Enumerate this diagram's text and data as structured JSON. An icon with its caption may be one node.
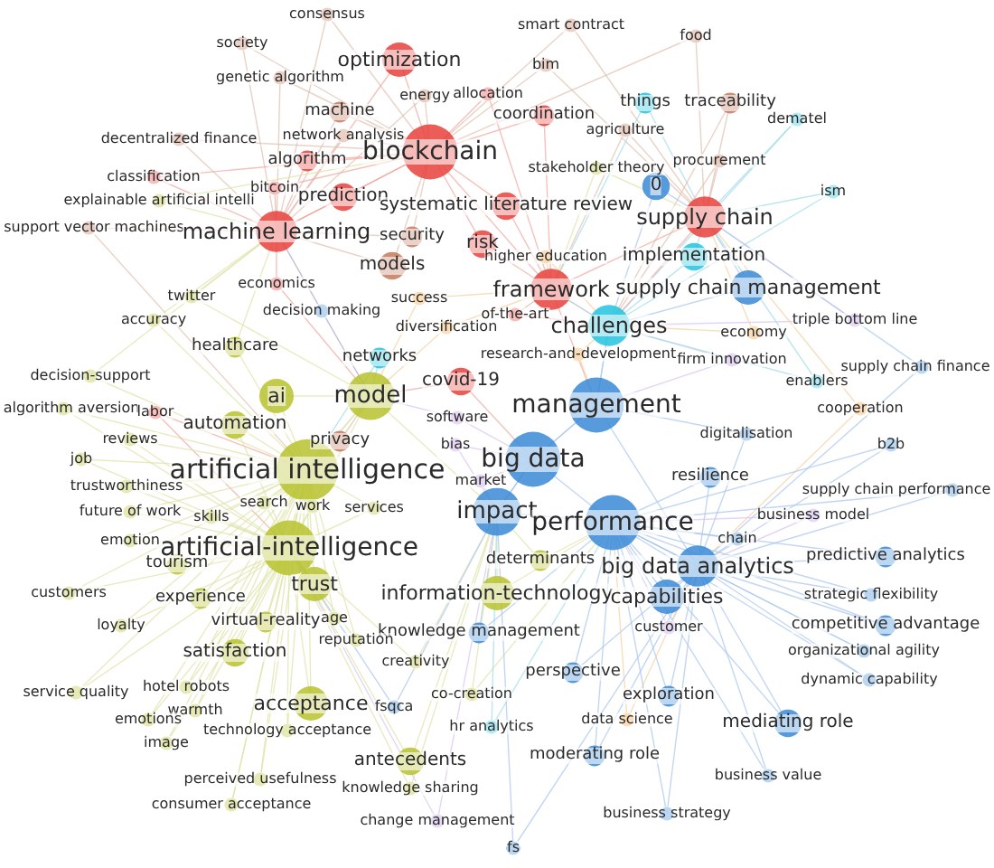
{
  "diagram": {
    "labels": [
      "consensus",
      "society",
      "smart contract",
      "food",
      "optimization",
      "genetic algorithm",
      "energy",
      "allocation",
      "bim",
      "machine",
      "things",
      "traceability",
      "dematel",
      "coordination",
      "network analysis",
      "decentralized finance",
      "agriculture",
      "blockchain",
      "algorithm",
      "stakeholder theory",
      "procurement",
      "classification",
      "bitcoin",
      "ism",
      "explainable artificial intelli",
      "prediction",
      "0",
      "systematic literature review",
      "support vector machines",
      "machine learning",
      "security",
      "supply chain",
      "risk",
      "implementation",
      "higher education",
      "models",
      "framework",
      "supply chain management",
      "economics",
      "twitter",
      "accuracy",
      "decision making",
      "success",
      "triple bottom line",
      "of-the-art",
      "challenges",
      "healthcare",
      "diversification",
      "economy",
      "research-and-development",
      "firm innovation",
      "decision-support",
      "networks",
      "covid-19",
      "supply chain finance",
      "enablers",
      "model",
      "management",
      "algorithm aversion",
      "labor",
      "ai",
      "software",
      "cooperation",
      "digitalisation",
      "automation",
      "reviews",
      "privacy",
      "big data",
      "bias",
      "b2b",
      "job",
      "artificial intelligence",
      "market",
      "trustworthiness",
      "resilience",
      "supply chain performance",
      "impact",
      "performance",
      "search",
      "work",
      "services",
      "future of work",
      "skills",
      "business model",
      "emotion",
      "artificial-intelligence",
      "chain",
      "determinants",
      "big data analytics",
      "predictive analytics",
      "tourism",
      "trust",
      "information-technology",
      "capabilities",
      "strategic flexibility",
      "customers",
      "experience",
      "competitive advantage",
      "loyalty",
      "virtual-reality",
      "age",
      "customer",
      "knowledge management",
      "reputation",
      "organizational agility",
      "satisfaction",
      "perspective",
      "creativity",
      "dynamic capability",
      "service quality",
      "hotel robots",
      "acceptance",
      "warmth",
      "co-creation",
      "exploration",
      "fsqca",
      "emotions",
      "hr analytics",
      "data science",
      "technology acceptance",
      "mediating role",
      "image",
      "antecedents",
      "moderating role",
      "perceived usefulness",
      "knowledge sharing",
      "business value",
      "consumer acceptance",
      "change management",
      "business strategy",
      "fs"
    ]
  }
}
